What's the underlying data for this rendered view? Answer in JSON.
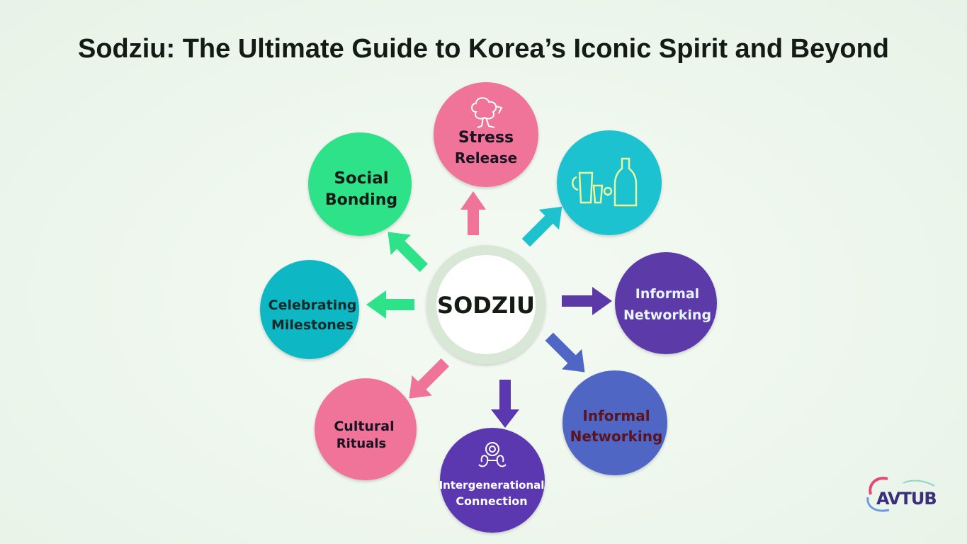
{
  "title": "Sodziu: The Ultimate Guide to Korea’s Iconic Spirit and Beyond",
  "center": {
    "label": "SODZIU"
  },
  "nodes": [
    {
      "id": "stress-release",
      "line1": "Stress",
      "line2": "Release",
      "icon": "tree-icon",
      "color": "#f0739a"
    },
    {
      "id": "drinks",
      "line1": "",
      "line2": "",
      "icon": "bottle-and-glasses-icon",
      "color": "#1ec2cf"
    },
    {
      "id": "informal-networking-1",
      "line1": "Informal",
      "line2": "Networking",
      "icon": "",
      "color": "#5b3aa8"
    },
    {
      "id": "informal-networking-2",
      "line1": "Informal",
      "line2": "Networking",
      "icon": "",
      "color": "#4f66c4"
    },
    {
      "id": "intergenerational-connection",
      "line1": "Intergenerational",
      "line2": "Connection",
      "icon": "hands-circle-icon",
      "color": "#5b38b0"
    },
    {
      "id": "cultural-rituals",
      "line1": "Cultural",
      "line2": "Rituals",
      "icon": "",
      "color": "#f0739a"
    },
    {
      "id": "celebrating-milestones",
      "line1": "Celebrating",
      "line2": "Milestones",
      "icon": "",
      "color": "#10b8c4"
    },
    {
      "id": "social-bonding",
      "line1": "Social",
      "line2": "Bonding",
      "icon": "",
      "color": "#2ee28a"
    }
  ],
  "logo": {
    "text": "AVTUB"
  }
}
